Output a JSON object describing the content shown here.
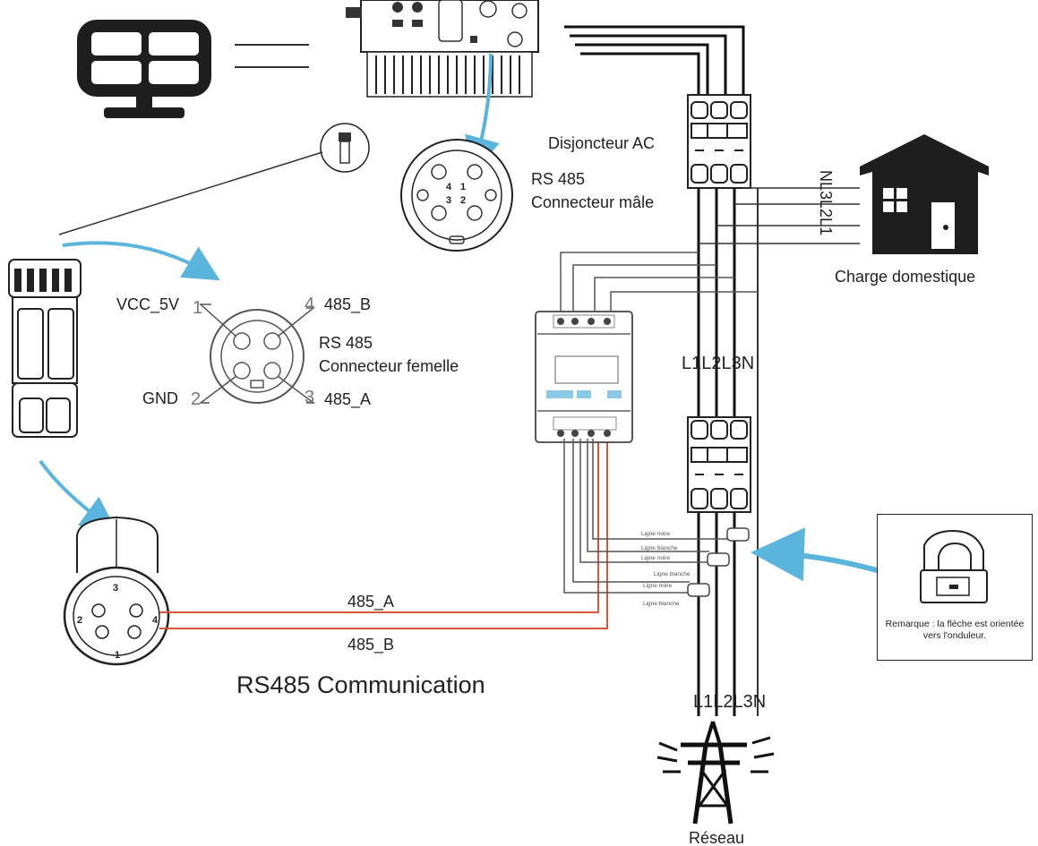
{
  "labels": {
    "ac_breaker": "Disjoncteur AC",
    "rs485_male_l1": "RS 485",
    "rs485_male_l2": "Connecteur mâle",
    "rs485_female_l1": "RS 485",
    "rs485_female_l2": "Connecteur femelle",
    "pin_vcc": "VCC_5V",
    "pin_gnd": "GND",
    "pin_b": "485_B",
    "pin_a": "485_A",
    "pin_num_1": "1",
    "pin_num_2": "2",
    "pin_num_3": "3",
    "pin_num_4": "4",
    "load_lines": "NL3L2L1",
    "load_name": "Charge domestique",
    "meter_lines": "L1L2L3N",
    "grid_lines": "L1L2L3N",
    "grid_name": "Réseau",
    "wire_a": "485_A",
    "wire_b": "485_B",
    "title": "RS485 Communication",
    "ct_note": "Remarque : la flèche est orientée vers l'onduleur."
  },
  "ct_wire_labels": [
    "Ligne noire",
    "Ligne blanche",
    "Ligne noire",
    "Ligne blanche",
    "Ligne noire",
    "Ligne blanche"
  ],
  "male_connector_pins": [
    "4",
    "1",
    "3",
    "2"
  ],
  "plug_pins": [
    "3",
    "2",
    "4",
    "1"
  ],
  "colors": {
    "arrow": "#5ab4dc",
    "rs485_wire": "#d4553a",
    "icon": "#222222"
  },
  "icons": [
    "solar-panel-icon",
    "inverter-icon",
    "house-icon",
    "transmission-tower-icon",
    "current-clamp-icon",
    "energy-meter-icon",
    "ac-breaker-icon"
  ]
}
